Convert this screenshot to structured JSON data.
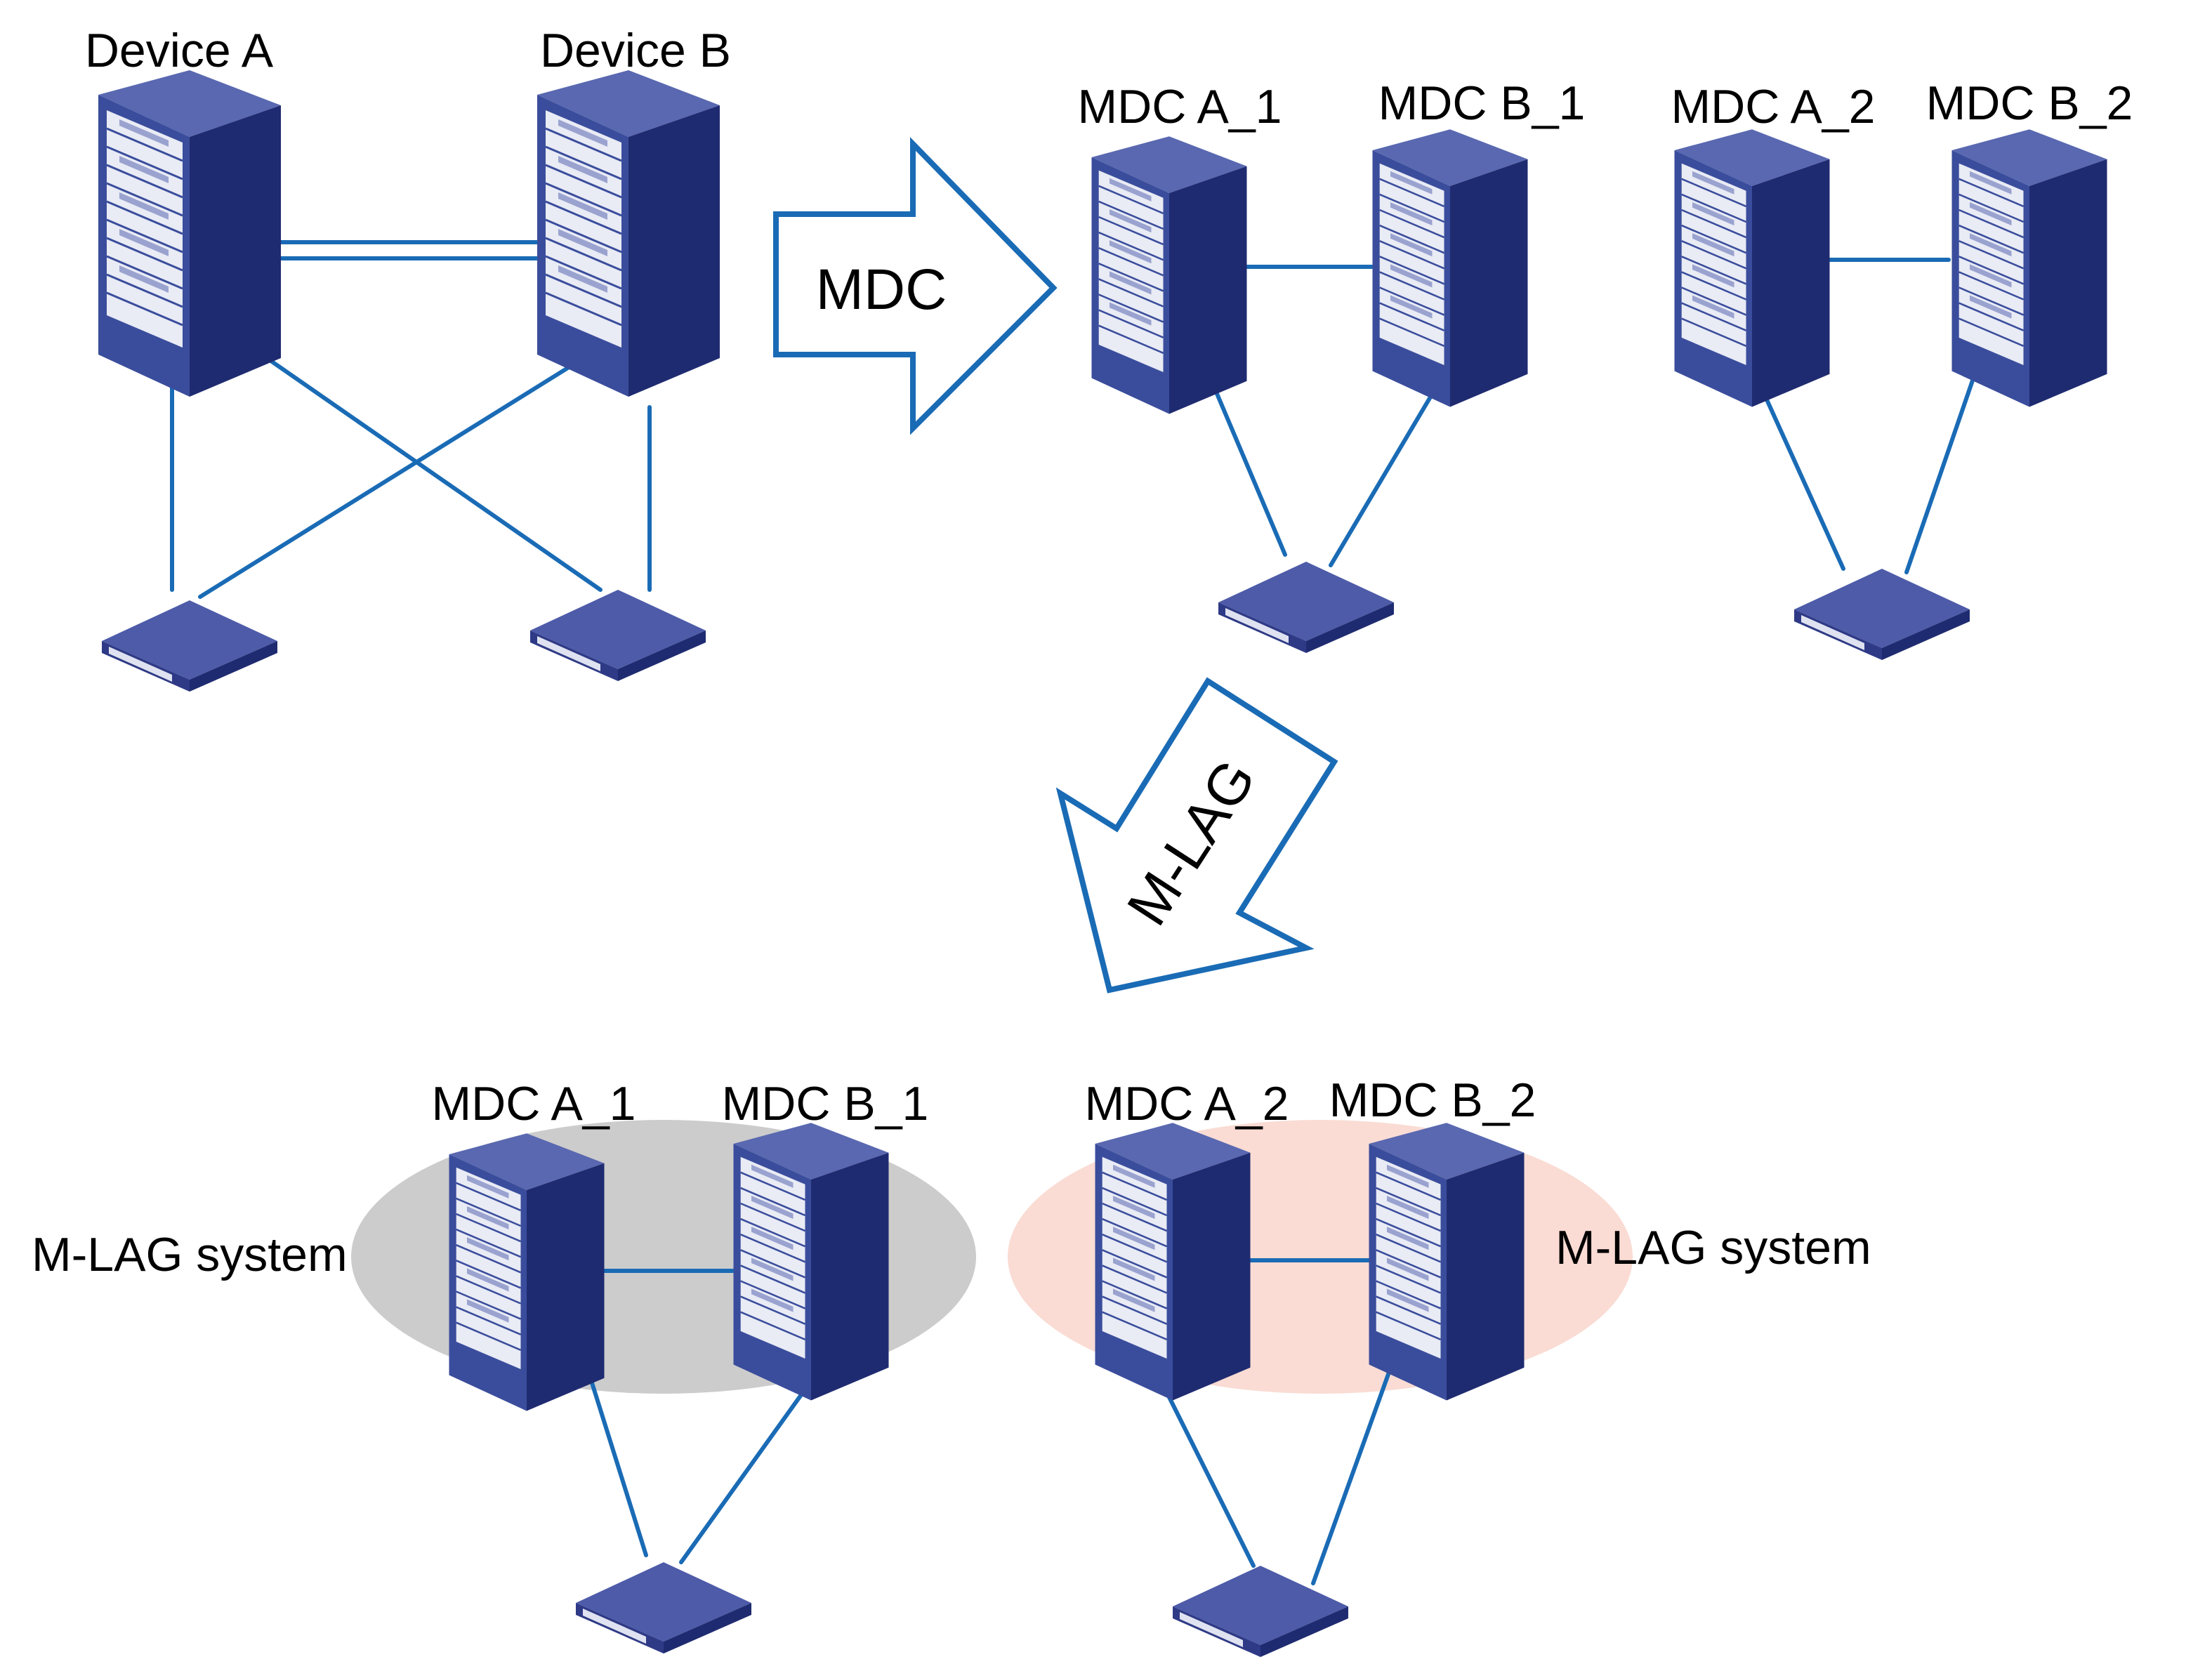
{
  "colors": {
    "link": "#1a6bb5",
    "arrow_outline": "#1a6bb5",
    "device_front": "#3a4d9c",
    "device_side": "#1f2b70",
    "device_top": "#5968b0",
    "device_panel": "#eef0f7",
    "ellipse_left": "#cccccc",
    "ellipse_right": "#fadcd4"
  },
  "icons": {
    "chassis": "chassis-switch-icon",
    "access": "access-switch-icon"
  },
  "top_left": {
    "device_a_label": "Device A",
    "device_b_label": "Device B"
  },
  "arrows": {
    "mdc_label": "MDC",
    "mlag_label": "M-LAG"
  },
  "top_right": {
    "mdc_a1_label": "MDC A_1",
    "mdc_b1_label": "MDC B_1",
    "mdc_a2_label": "MDC A_2",
    "mdc_b2_label": "MDC B_2"
  },
  "bottom": {
    "mdc_a1_label": "MDC A_1",
    "mdc_b1_label": "MDC B_1",
    "mdc_a2_label": "MDC A_2",
    "mdc_b2_label": "MDC B_2",
    "system_left_label": "M-LAG system",
    "system_right_label": "M-LAG system"
  }
}
